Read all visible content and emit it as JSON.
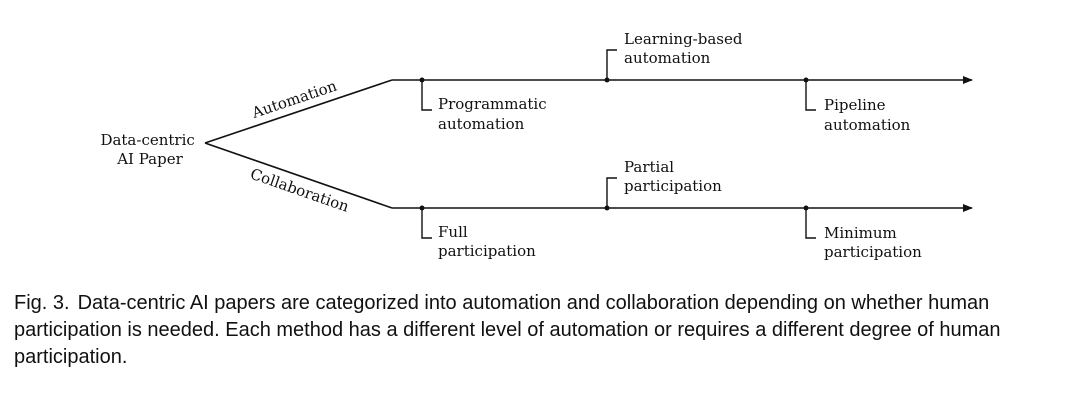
{
  "diagram": {
    "root_label": [
      "Data-centric",
      "AI Paper"
    ],
    "branches": [
      {
        "label": "Automation",
        "nodes": [
          {
            "lines": [
              "Programmatic",
              "automation"
            ]
          },
          {
            "lines": [
              "Learning-based",
              "automation"
            ]
          },
          {
            "lines": [
              "Pipeline",
              "automation"
            ]
          }
        ]
      },
      {
        "label": "Collaboration",
        "nodes": [
          {
            "lines": [
              "Full",
              "participation"
            ]
          },
          {
            "lines": [
              "Partial",
              "participation"
            ]
          },
          {
            "lines": [
              "Minimum",
              "participation"
            ]
          }
        ]
      }
    ]
  },
  "caption": {
    "label": "Fig. 3.",
    "text": "Data-centric AI papers are categorized into automation and collaboration depending on whether human participation is needed. Each method has a different level of automation or requires a different degree of human participation."
  }
}
